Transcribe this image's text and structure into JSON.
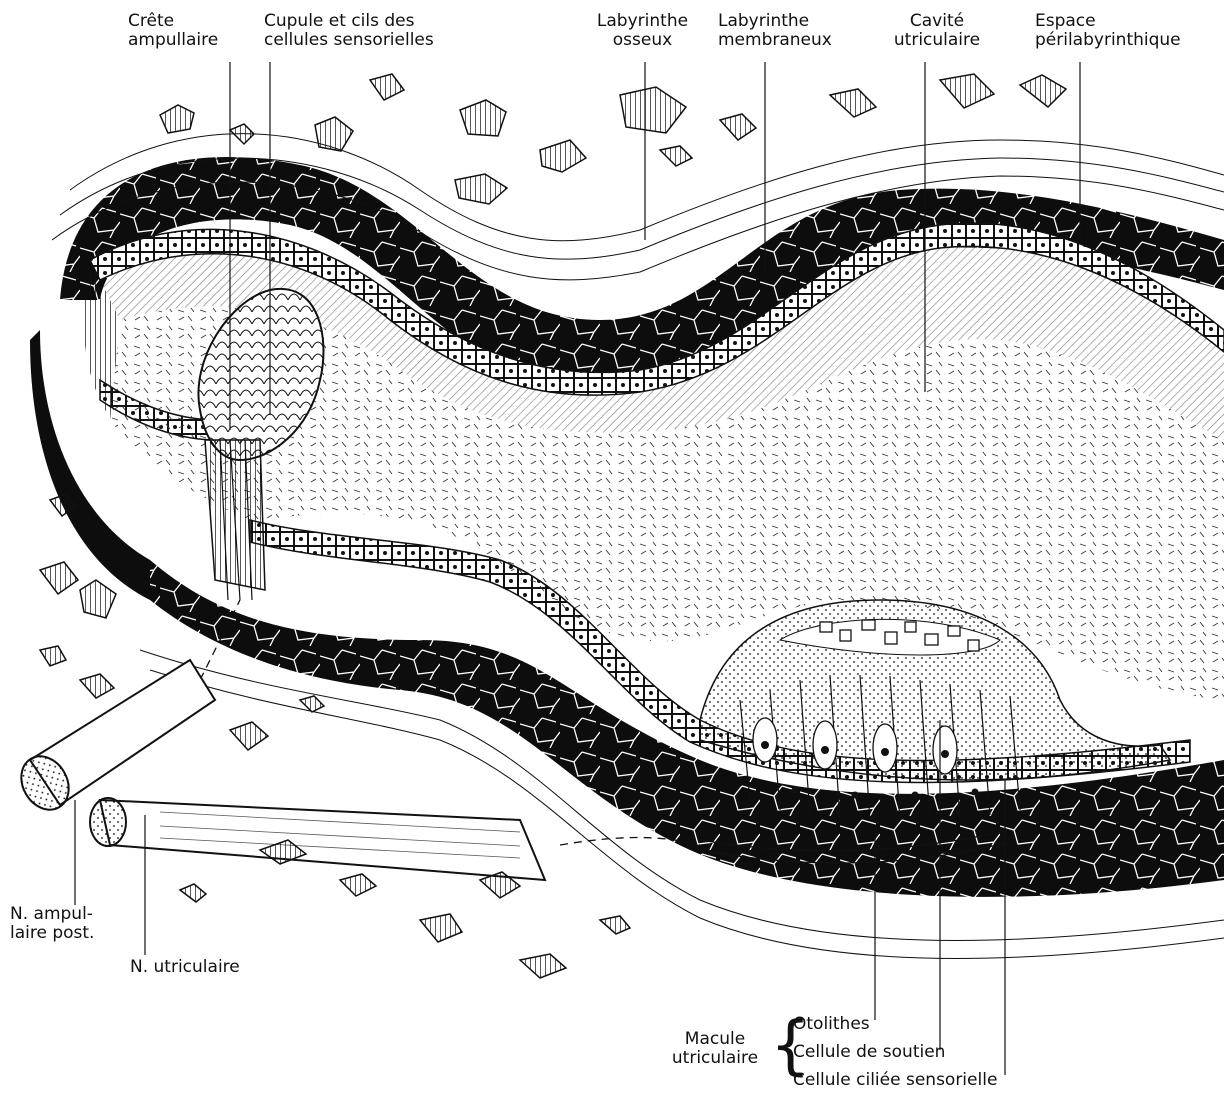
{
  "labels": {
    "crete": [
      "Crête",
      "ampullaire"
    ],
    "cupule": [
      "Cupule et cils des",
      "cellules sensorielles"
    ],
    "lab_osseux": [
      "Labyrinthe",
      "osseux"
    ],
    "lab_membraneux": [
      "Labyrinthe",
      "membraneux"
    ],
    "cavite": [
      "Cavité",
      "utriculaire"
    ],
    "espace": [
      "Espace",
      "périlabyrinthique"
    ],
    "n_ampullaire": [
      "N. ampul-",
      "laire post."
    ],
    "n_utriculaire": "N. utriculaire",
    "macule": [
      "Macule",
      "utriculaire"
    ],
    "otolithes": "Otolithes",
    "soutien": "Cellule de soutien",
    "ciliee": "Cellule ciliée sensorielle"
  },
  "colors": {
    "ink": "#111111",
    "bone": "#0d0d0d",
    "paper": "#ffffff"
  }
}
